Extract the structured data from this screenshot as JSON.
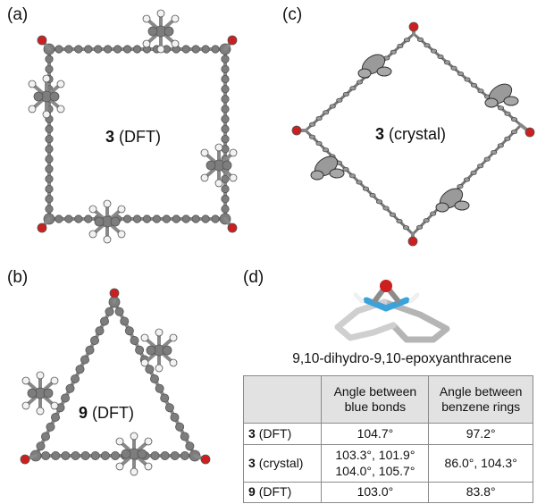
{
  "panels": {
    "a": {
      "label": "(a)",
      "compound": "3",
      "method": "(DFT)"
    },
    "b": {
      "label": "(b)",
      "compound": "9",
      "method": "(DFT)"
    },
    "c": {
      "label": "(c)",
      "compound": "3",
      "method": "(crystal)"
    },
    "d": {
      "label": "(d)",
      "caption": "9,10-dihydro-9,10-epoxyanthracene"
    }
  },
  "table": {
    "headers": [
      "",
      "Angle between blue bonds",
      "Angle between benzene rings"
    ],
    "rows": [
      {
        "compound": "3",
        "method": "(DFT)",
        "blue_bonds": [
          "104.7°"
        ],
        "benzene_rings": "97.2°"
      },
      {
        "compound": "3",
        "method": "(crystal)",
        "blue_bonds": [
          "103.3°, 101.9°",
          "104.0°, 105.7°"
        ],
        "benzene_rings": "86.0°, 104.3°"
      },
      {
        "compound": "9",
        "method": "(DFT)",
        "blue_bonds": [
          "103.0°"
        ],
        "benzene_rings": "83.8°"
      }
    ]
  },
  "colors": {
    "carbon": "#7d7d7d",
    "hydrogen": "#f2f2f2",
    "oxygen": "#cc1f1f",
    "highlight_bond": "#3aa3dc",
    "table_header": "#e2e2e2"
  }
}
